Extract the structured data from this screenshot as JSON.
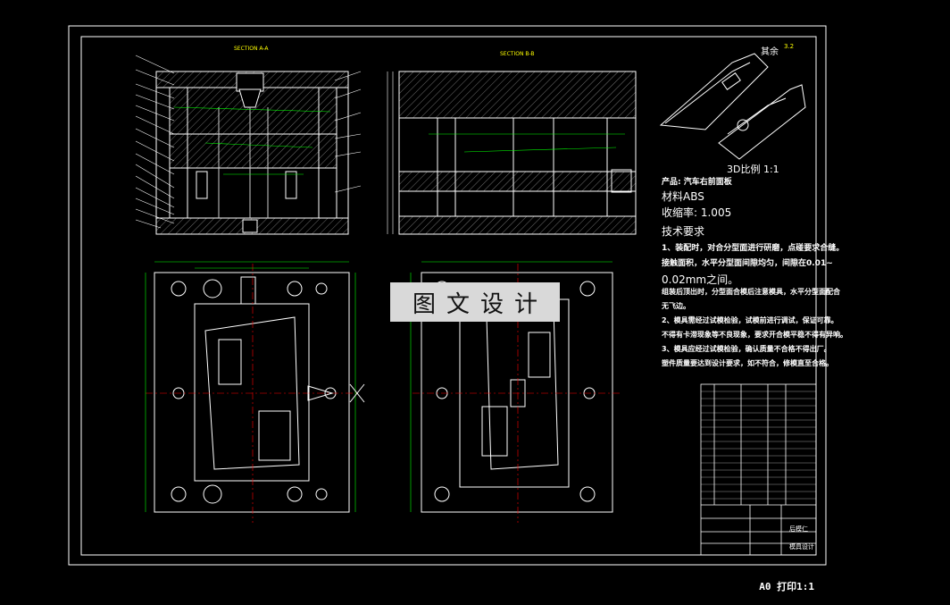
{
  "drawing": {
    "section_a_label": "SECTION A-A",
    "section_b_label": "SECTION B-B",
    "view_3d_label": "3D比例 1:1",
    "surface_finish": "其余",
    "surface_value": "3.2"
  },
  "notes": {
    "product": "产品: 汽车右前面板",
    "material": "材料ABS",
    "shrinkage": "收缩率: 1.005",
    "tech_title": "技术要求",
    "req1_a": "1、装配时，对合分型面进行研磨，点碰要求合缝。",
    "req1_b": "接触面积，水平分型面间隙均匀，间隙在0.01~",
    "req1_c": "0.02mm之间。",
    "req1_d": "组装后顶出时，分型面合模后注意模具，水平分型面配合",
    "req1_e": "无飞边。",
    "req2_a": "2、模具需经过试模检验，试模前进行调试，保证可靠。",
    "req2_b": "不得有卡滞现象等不良现象，要求开合模平稳不得有异响。",
    "req3_a": "3、模具应经过试模检验，确认质量不合格不得出厂。",
    "req3_b": "塑件质量要达到设计要求，如不符合，修模直至合格。"
  },
  "watermark": "图文设计",
  "title_block": {
    "drawing_name": "后模仁",
    "drawing_no": "模具设计"
  },
  "plot_scale": "A0 打印1:1"
}
